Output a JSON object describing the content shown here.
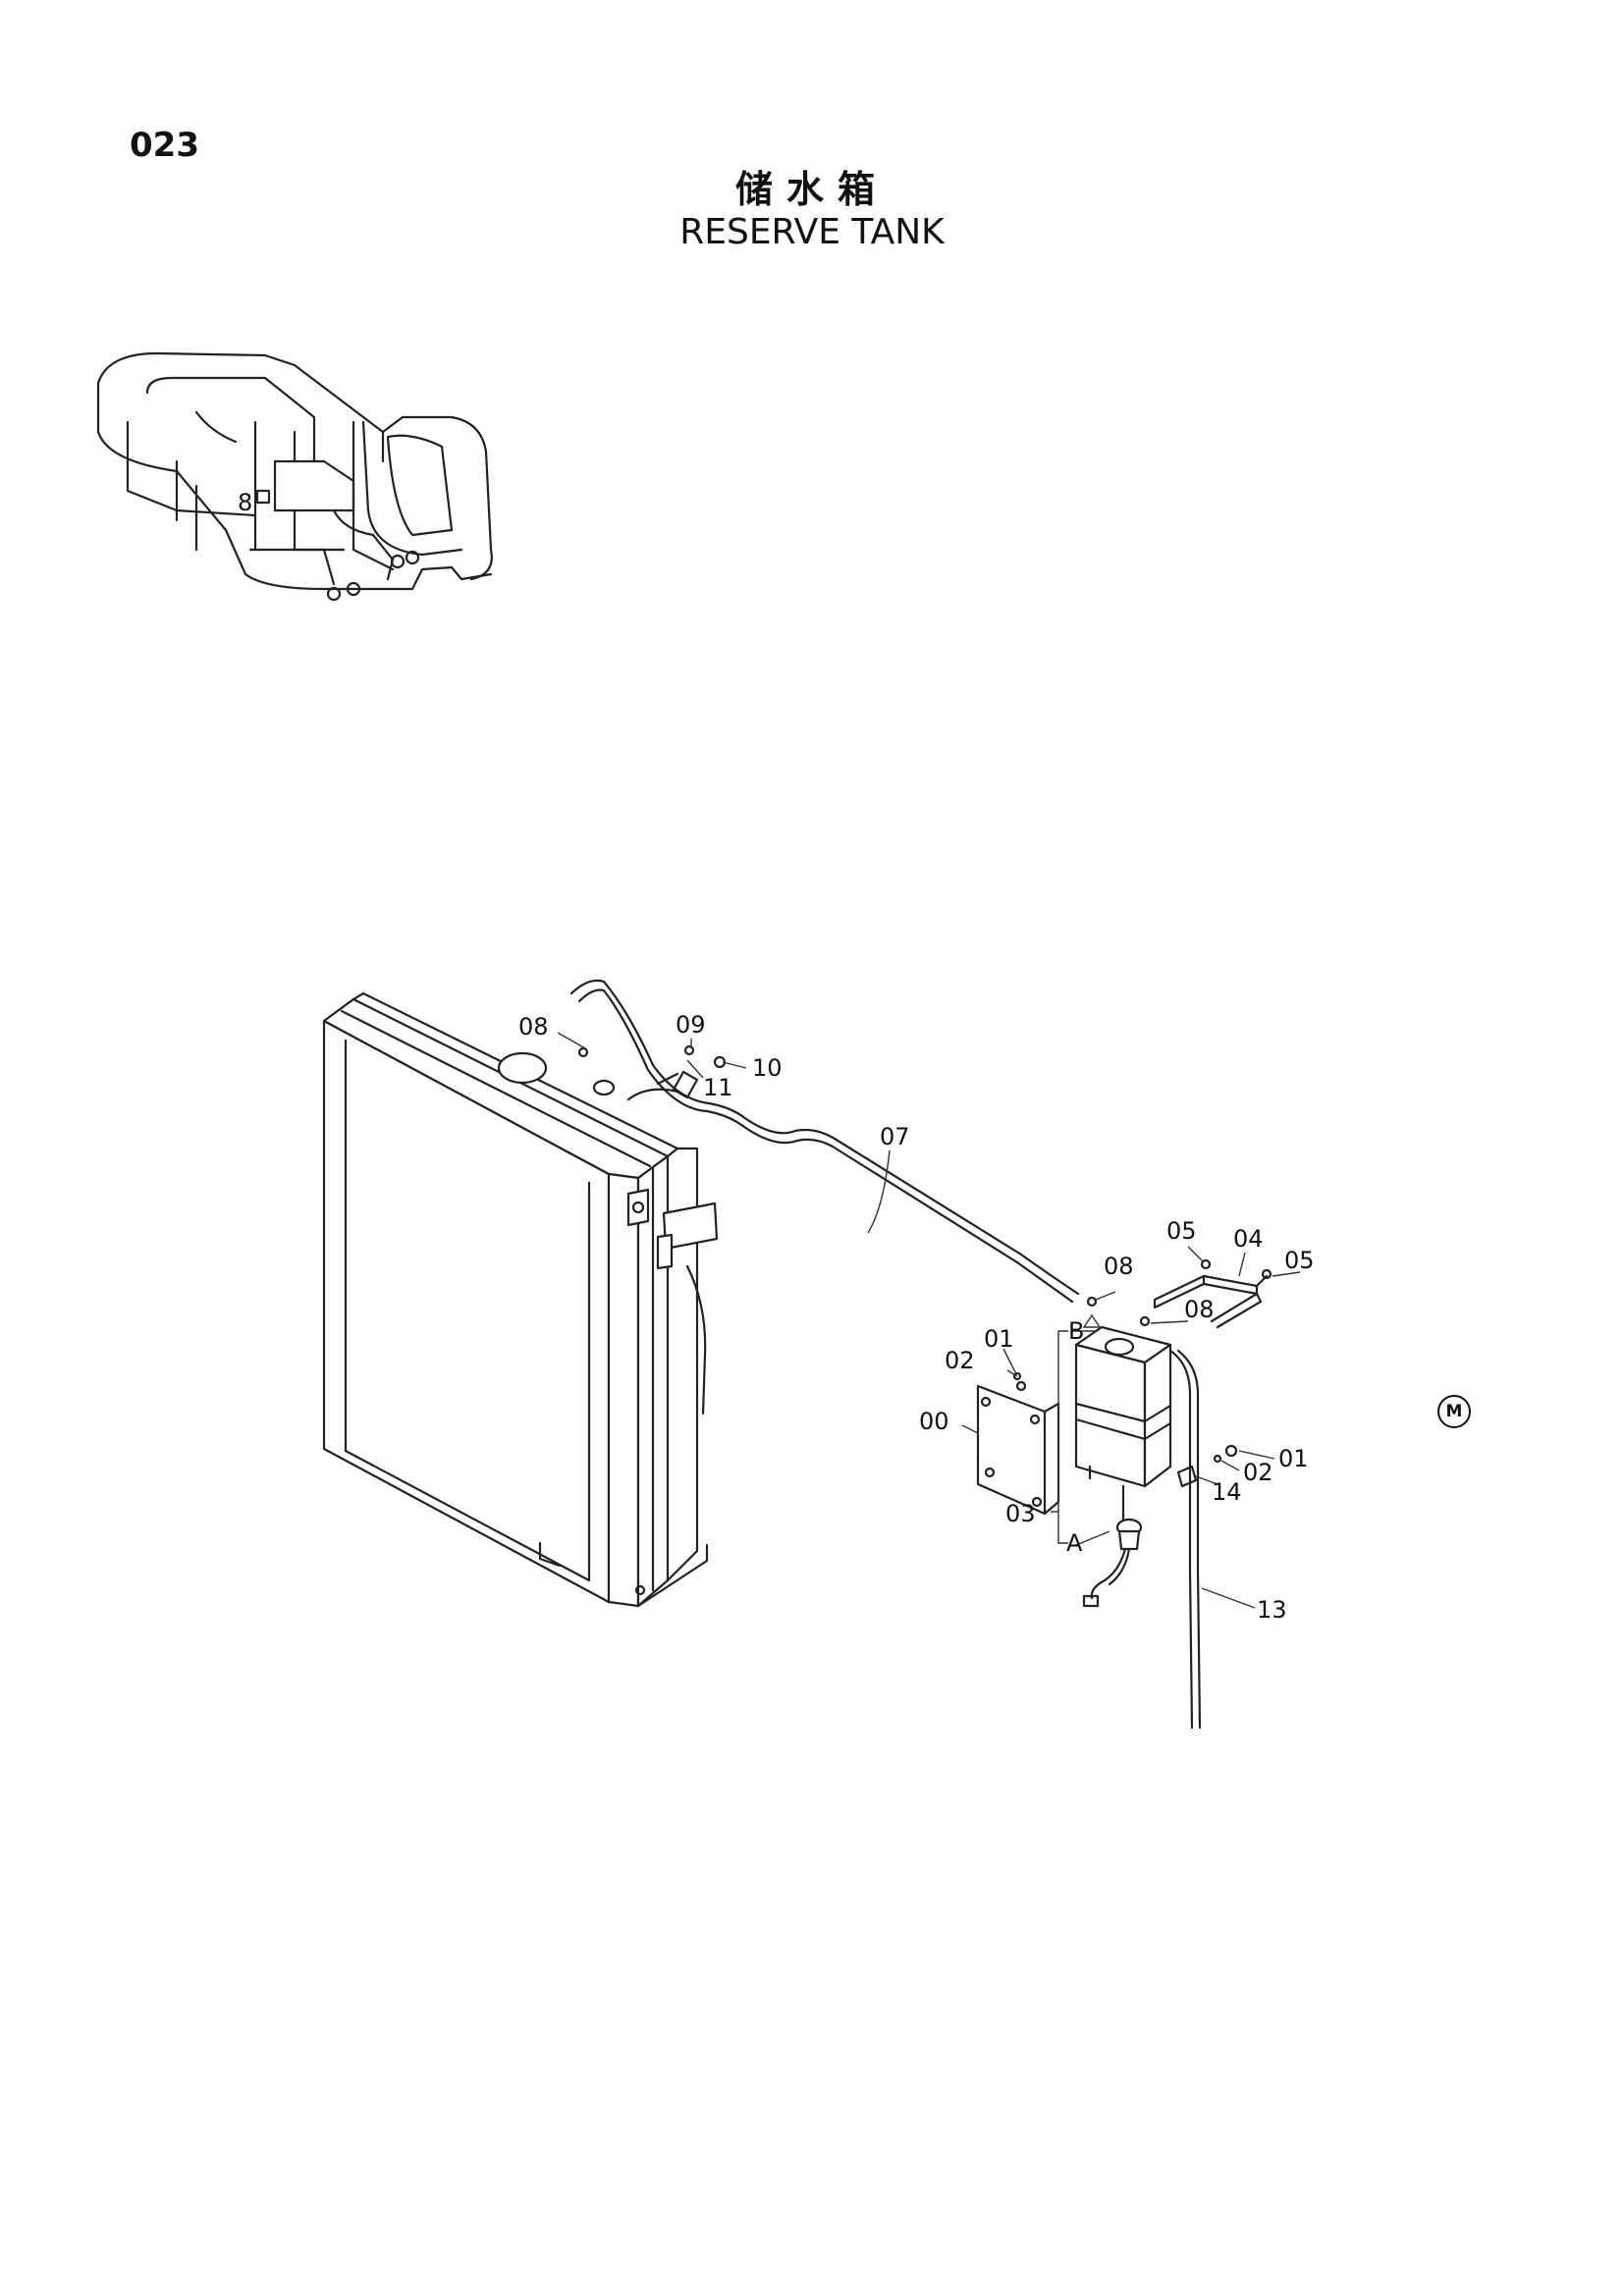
{
  "page_number": "023",
  "title_cn": "储水箱",
  "title_en": "RESERVE TANK",
  "inset_label": "8",
  "callouts": {
    "c08a": "08",
    "c09": "09",
    "c10": "10",
    "c11": "11",
    "c07": "07",
    "c05a": "05",
    "c04": "04",
    "c05b": "05",
    "c08b": "08",
    "c08c": "08",
    "c01a": "01",
    "c02a": "02",
    "c00": "00",
    "c01b": "01",
    "c02b": "02",
    "c14": "14",
    "c03": "03",
    "c13": "13",
    "cA": "A",
    "cB": "B"
  },
  "mark": "M"
}
